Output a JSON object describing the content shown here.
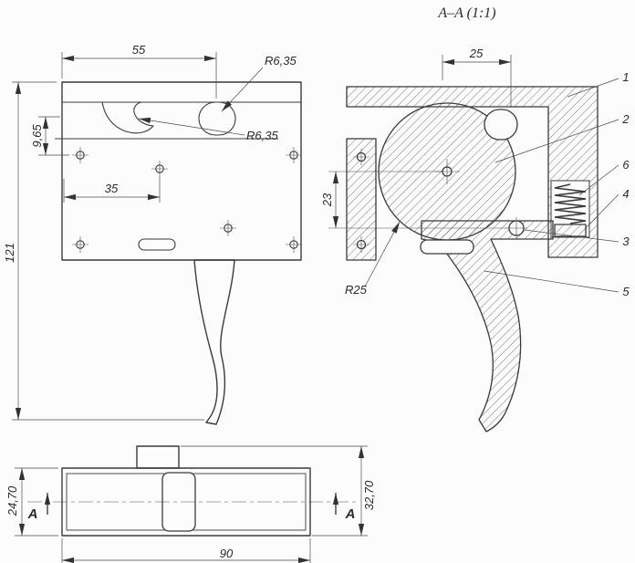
{
  "title": "A–A (1:1)",
  "side_view": {
    "dim_55": "55",
    "radius_top": "R6,35",
    "radius_hook": "R6,35",
    "dim_9_65": "9,65",
    "dim_35": "35",
    "dim_121": "121"
  },
  "section_view": {
    "dim_25": "25",
    "dim_23": "23",
    "radius_r25": "R25",
    "callouts": [
      "1",
      "2",
      "6",
      "4",
      "3",
      "5"
    ]
  },
  "bottom_view": {
    "dim_24_70": "24,70",
    "dim_32_70": "32,70",
    "dim_90": "90",
    "section_label_left": "A",
    "section_label_right": "A"
  }
}
